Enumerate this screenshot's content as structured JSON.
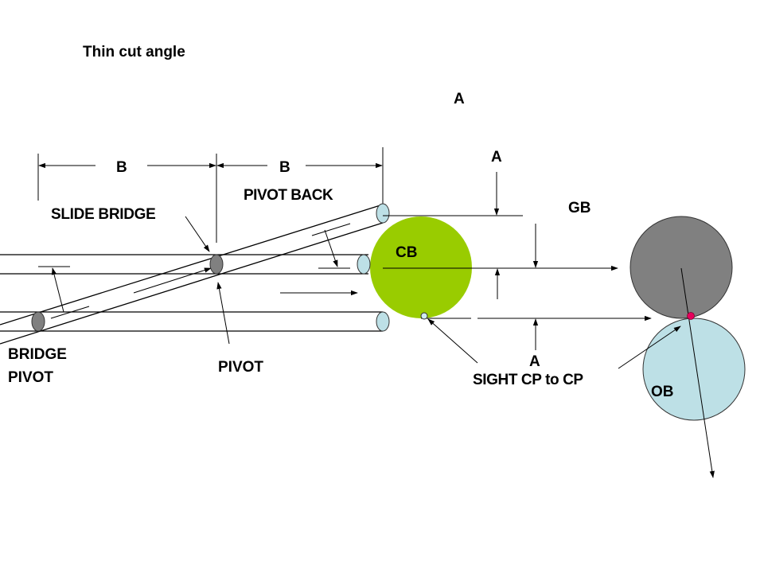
{
  "title": "Thin cut angle",
  "labels": {
    "a_top": "A",
    "a_upper": "A",
    "a_lower": "A",
    "b_left": "B",
    "b_right": "B",
    "pivot_back": "PIVOT BACK",
    "slide_bridge": "SLIDE BRIDGE",
    "bridge_pivot_line1": "BRIDGE",
    "bridge_pivot_line2": "PIVOT",
    "pivot": "PIVOT",
    "cue_ball": "CB",
    "ghost_ball": "GB",
    "object_ball": "OB",
    "sight": "SIGHT CP to CP"
  },
  "colors": {
    "cue_ball": "#99cc00",
    "ghost_ball": "#808080",
    "object_ball": "#bde0e6",
    "pivot_marker": "#808080",
    "tip_marker": "#bde0e6",
    "contact_point": "#e6005c"
  }
}
